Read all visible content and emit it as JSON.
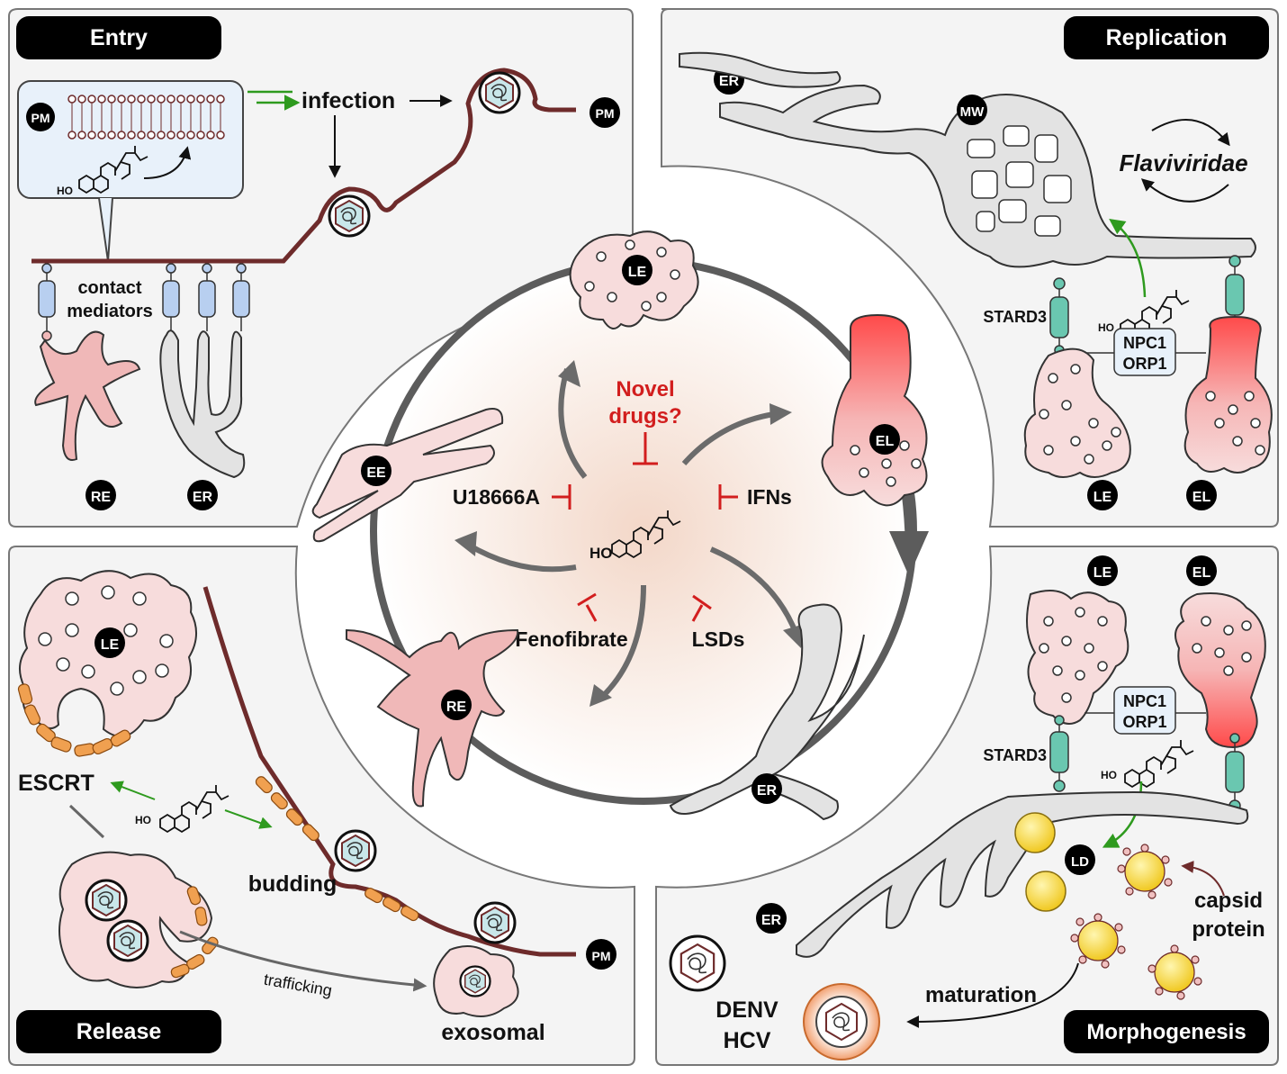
{
  "panels": {
    "entry": "Entry",
    "replication": "Replication",
    "release": "Release",
    "morphogenesis": "Morphogenesis"
  },
  "organelles": {
    "pm": "PM",
    "er": "ER",
    "re": "RE",
    "le": "LE",
    "el": "EL",
    "ee": "EE",
    "mw": "MW",
    "ld": "LD"
  },
  "labels": {
    "infection": "infection",
    "contact_mediators_line1": "contact",
    "contact_mediators_line2": "mediators",
    "flaviviridae": "Flaviviridae",
    "stard3": "STARD3",
    "npc1": "NPC1",
    "orp1": "ORP1",
    "escrt": "ESCRT",
    "budding": "budding",
    "trafficking": "trafficking",
    "exosomal": "exosomal",
    "maturation": "maturation",
    "denv": "DENV",
    "hcv": "HCV",
    "capsid_line1": "capsid",
    "capsid_line2": "protein",
    "ho": "HO"
  },
  "inhibitors": {
    "novel_line1": "Novel",
    "novel_line2": "drugs?",
    "u18666a": "U18666A",
    "ifns": "IFNs",
    "fenofibrate": "Fenofibrate",
    "lsds": "LSDs"
  },
  "colors": {
    "membrane": "#6e2b2b",
    "inhibitor": "#d21e1e",
    "green_arrow": "#2e9a1e",
    "pink_fill": "#f7dcdc",
    "er_fill": "#e3e3e3",
    "tag_fill": "#000000",
    "escrt": "#f0a050",
    "lipid_droplet": "#f8de4a"
  },
  "icons": {
    "cholesterol": "cholesterol-icon",
    "virion": "virion-icon"
  }
}
